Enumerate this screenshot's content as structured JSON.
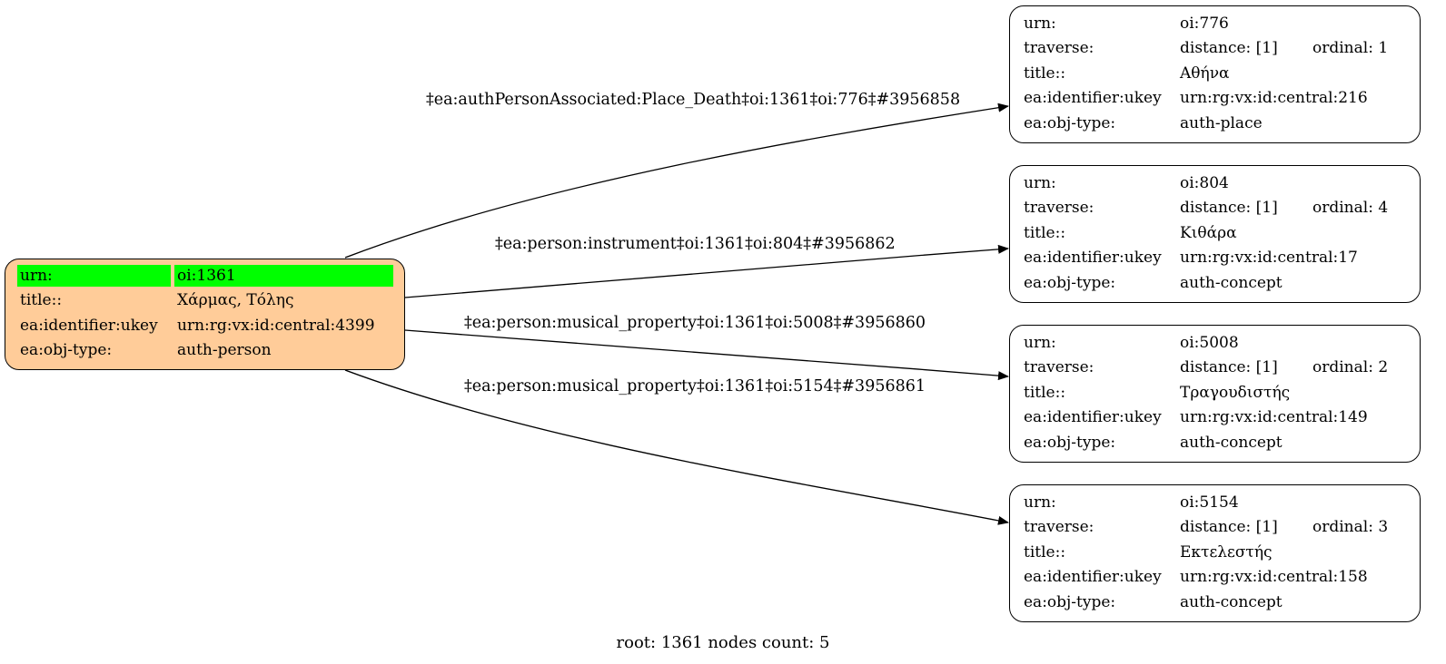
{
  "root_node": {
    "rows": [
      {
        "key": "urn:",
        "value": "oi:1361",
        "highlight": true
      },
      {
        "key": "title::",
        "value": "Χάρμας, Τόλης"
      },
      {
        "key": "ea:identifier:ukey",
        "value": "urn:rg:vx:id:central:4399"
      },
      {
        "key": "ea:obj-type:",
        "value": "auth-person"
      }
    ],
    "colors": {
      "fill": "#ffcc99",
      "highlight": "#00ff00"
    }
  },
  "target_nodes": [
    {
      "urn": "oi:776",
      "distance": "distance: [1]",
      "ordinal": "ordinal: 1",
      "title": "Αθήνα",
      "ukey": "urn:rg:vx:id:central:216",
      "obj_type": "auth-place"
    },
    {
      "urn": "oi:804",
      "distance": "distance: [1]",
      "ordinal": "ordinal: 4",
      "title": "Κιθάρα",
      "ukey": "urn:rg:vx:id:central:17",
      "obj_type": "auth-concept"
    },
    {
      "urn": "oi:5008",
      "distance": "distance: [1]",
      "ordinal": "ordinal: 2",
      "title": "Τραγουδιστής",
      "ukey": "urn:rg:vx:id:central:149",
      "obj_type": "auth-concept"
    },
    {
      "urn": "oi:5154",
      "distance": "distance: [1]",
      "ordinal": "ordinal: 3",
      "title": "Εκτελεστής",
      "ukey": "urn:rg:vx:id:central:158",
      "obj_type": "auth-concept"
    }
  ],
  "target_keys": {
    "urn": "urn:",
    "traverse": "traverse:",
    "title": "title::",
    "ukey": "ea:identifier:ukey",
    "obj_type": "ea:obj-type:"
  },
  "edges": [
    {
      "label": "‡ea:authPersonAssociated:Place_Death‡oi:1361‡oi:776‡#3956858",
      "target": "oi:776"
    },
    {
      "label": "‡ea:person:instrument‡oi:1361‡oi:804‡#3956862",
      "target": "oi:804"
    },
    {
      "label": "‡ea:person:musical_property‡oi:1361‡oi:5008‡#3956860",
      "target": "oi:5008"
    },
    {
      "label": "‡ea:person:musical_property‡oi:1361‡oi:5154‡#3956861",
      "target": "oi:5154"
    }
  ],
  "footer": "root: 1361 nodes count: 5"
}
